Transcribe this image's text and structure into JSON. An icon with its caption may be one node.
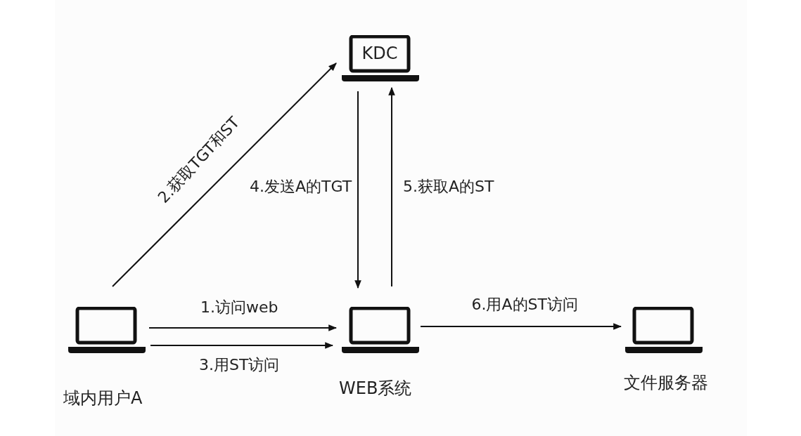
{
  "diagram": {
    "nodes": [
      {
        "text": [
          "KDC"
        ]
      },
      {
        "text": [
          "域内用户A"
        ]
      },
      {
        "text": [
          "WEB系统"
        ]
      },
      {
        "text": [
          "文件服务器"
        ]
      }
    ],
    "edges": [
      {
        "from": 1,
        "to": 2,
        "arrow": "to",
        "label": "1.访问web"
      },
      {
        "from": 1,
        "to": 0,
        "arrow": "to",
        "label": "2.获取TGT和ST"
      },
      {
        "from": 1,
        "to": 2,
        "arrow": "to",
        "label": "3.用ST访问"
      },
      {
        "from": 0,
        "to": 2,
        "arrow": "to",
        "label": "4.发送A的TGT"
      },
      {
        "from": 2,
        "to": 0,
        "arrow": "to",
        "label": "5.获取A的ST"
      },
      {
        "from": 2,
        "to": 3,
        "arrow": "to",
        "label": "6.用A的ST访问"
      }
    ]
  }
}
